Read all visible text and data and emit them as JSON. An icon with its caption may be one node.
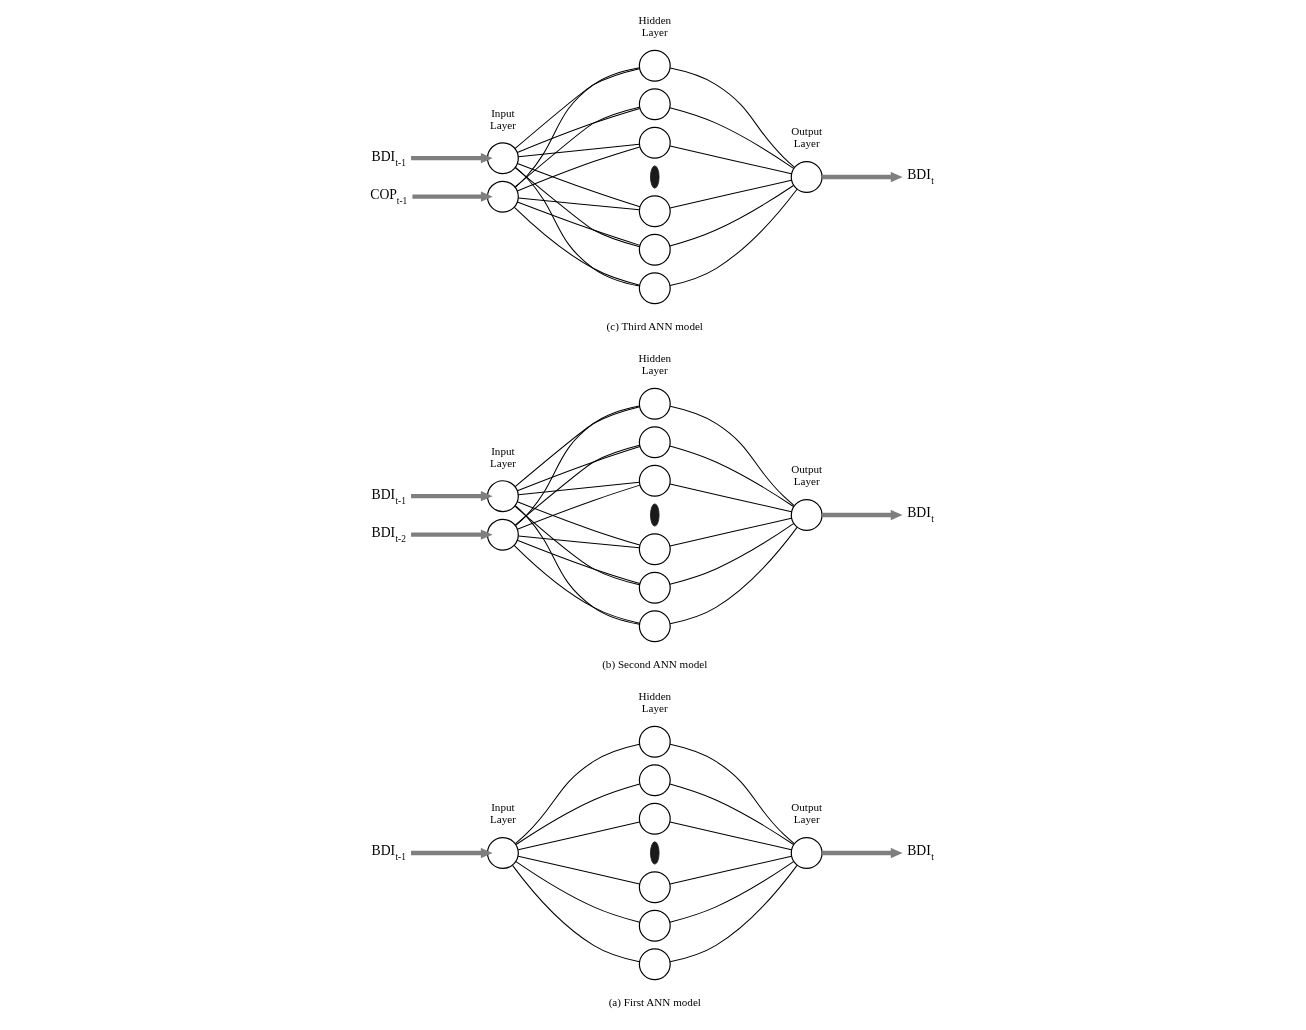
{
  "diagram": {
    "nodes": [
      {
        "text": [
          "BDI$_{t-1}$"
        ]
      },
      {
        "text": [],
        "shape": "circle"
      },
      {
        "text": [],
        "shape": "circle"
      },
      {
        "text": [],
        "shape": "circle"
      },
      {
        "text": [],
        "shape": "circle"
      },
      {
        "text": [],
        "shape": "bar"
      },
      {
        "text": [],
        "shape": "circle"
      },
      {
        "text": [],
        "shape": "circle"
      },
      {
        "text": [],
        "shape": "circle"
      },
      {
        "text": [],
        "shape": "circle"
      },
      {
        "text": [
          "BDI$_{t}$"
        ]
      },
      {
        "text": [
          "BDI$_{t-1}$"
        ]
      },
      {
        "text": [
          "BDI$_{t-2}$"
        ]
      },
      {
        "text": [],
        "shape": "circle"
      },
      {
        "text": [],
        "shape": "circle"
      },
      {
        "text": [],
        "shape": "circle"
      },
      {
        "text": [],
        "shape": "circle"
      },
      {
        "text": [],
        "shape": "circle"
      },
      {
        "text": [],
        "shape": "bar"
      },
      {
        "text": [],
        "shape": "circle"
      },
      {
        "text": [],
        "shape": "circle"
      },
      {
        "text": [],
        "shape": "circle"
      },
      {
        "text": [],
        "shape": "circle"
      },
      {
        "text": [
          "BDI$_{t}$"
        ]
      },
      {
        "text": [
          "BDI$_{t-1}$"
        ]
      },
      {
        "text": [
          "COP$_{t-1}$"
        ]
      },
      {
        "text": [],
        "shape": "circle"
      },
      {
        "text": [],
        "shape": "circle"
      },
      {
        "text": [],
        "shape": "circle"
      },
      {
        "text": [],
        "shape": "circle"
      },
      {
        "text": [],
        "shape": "circle"
      },
      {
        "text": [],
        "shape": "bar"
      },
      {
        "text": [],
        "shape": "circle"
      },
      {
        "text": [],
        "shape": "circle"
      },
      {
        "text": [],
        "shape": "circle"
      },
      {
        "text": [],
        "shape": "circle"
      },
      {
        "text": [
          "BDI$_{t}$"
        ]
      }
    ],
    "edges": [
      {
        "from": 0,
        "to": 1,
        "arrow": "to",
        "style": "thick",
        "color": "#7f7f7f"
      },
      {
        "from": 1,
        "to": 2,
        "arrow": "none"
      },
      {
        "from": 1,
        "to": 3,
        "arrow": "none"
      },
      {
        "from": 1,
        "to": 4,
        "arrow": "none"
      },
      {
        "from": 1,
        "to": 6,
        "arrow": "none"
      },
      {
        "from": 1,
        "to": 7,
        "arrow": "none"
      },
      {
        "from": 1,
        "to": 8,
        "arrow": "none"
      },
      {
        "from": 2,
        "to": 9,
        "arrow": "none"
      },
      {
        "from": 3,
        "to": 9,
        "arrow": "none"
      },
      {
        "from": 4,
        "to": 9,
        "arrow": "none"
      },
      {
        "from": 6,
        "to": 9,
        "arrow": "none"
      },
      {
        "from": 7,
        "to": 9,
        "arrow": "none"
      },
      {
        "from": 8,
        "to": 9,
        "arrow": "none"
      },
      {
        "from": 9,
        "to": 10,
        "arrow": "to",
        "style": "thick",
        "color": "#7f7f7f"
      },
      {
        "from": 11,
        "to": 13,
        "arrow": "to",
        "style": "thick",
        "color": "#7f7f7f"
      },
      {
        "from": 12,
        "to": 14,
        "arrow": "to",
        "style": "thick",
        "color": "#7f7f7f"
      },
      {
        "from": 13,
        "to": 15,
        "arrow": "none"
      },
      {
        "from": 13,
        "to": 16,
        "arrow": "none"
      },
      {
        "from": 13,
        "to": 17,
        "arrow": "none"
      },
      {
        "from": 13,
        "to": 19,
        "arrow": "none"
      },
      {
        "from": 13,
        "to": 20,
        "arrow": "none"
      },
      {
        "from": 13,
        "to": 21,
        "arrow": "none"
      },
      {
        "from": 14,
        "to": 15,
        "arrow": "none"
      },
      {
        "from": 14,
        "to": 16,
        "arrow": "none"
      },
      {
        "from": 14,
        "to": 17,
        "arrow": "none"
      },
      {
        "from": 14,
        "to": 19,
        "arrow": "none"
      },
      {
        "from": 14,
        "to": 20,
        "arrow": "none"
      },
      {
        "from": 14,
        "to": 21,
        "arrow": "none"
      },
      {
        "from": 15,
        "to": 22,
        "arrow": "none"
      },
      {
        "from": 16,
        "to": 22,
        "arrow": "none"
      },
      {
        "from": 17,
        "to": 22,
        "arrow": "none"
      },
      {
        "from": 19,
        "to": 22,
        "arrow": "none"
      },
      {
        "from": 20,
        "to": 22,
        "arrow": "none"
      },
      {
        "from": 21,
        "to": 22,
        "arrow": "none"
      },
      {
        "from": 22,
        "to": 23,
        "arrow": "to",
        "style": "thick",
        "color": "#7f7f7f"
      },
      {
        "from": 24,
        "to": 26,
        "arrow": "to",
        "style": "thick",
        "color": "#7f7f7f"
      },
      {
        "from": 25,
        "to": 27,
        "arrow": "to",
        "style": "thick",
        "color": "#7f7f7f"
      },
      {
        "from": 26,
        "to": 28,
        "arrow": "none"
      },
      {
        "from": 26,
        "to": 29,
        "arrow": "none"
      },
      {
        "from": 26,
        "to": 30,
        "arrow": "none"
      },
      {
        "from": 26,
        "to": 32,
        "arrow": "none"
      },
      {
        "from": 26,
        "to": 33,
        "arrow": "none"
      },
      {
        "from": 26,
        "to": 34,
        "arrow": "none"
      },
      {
        "from": 27,
        "to": 28,
        "arrow": "none"
      },
      {
        "from": 27,
        "to": 29,
        "arrow": "none"
      },
      {
        "from": 27,
        "to": 30,
        "arrow": "none"
      },
      {
        "from": 27,
        "to": 32,
        "arrow": "none"
      },
      {
        "from": 27,
        "to": 33,
        "arrow": "none"
      },
      {
        "from": 27,
        "to": 34,
        "arrow": "none"
      },
      {
        "from": 28,
        "to": 35,
        "arrow": "none"
      },
      {
        "from": 29,
        "to": 35,
        "arrow": "none"
      },
      {
        "from": 30,
        "to": 35,
        "arrow": "none"
      },
      {
        "from": 32,
        "to": 35,
        "arrow": "none"
      },
      {
        "from": 33,
        "to": 35,
        "arrow": "none"
      },
      {
        "from": 34,
        "to": 35,
        "arrow": "none"
      },
      {
        "from": 35,
        "to": 36,
        "arrow": "to",
        "style": "thick",
        "color": "#7f7f7f"
      }
    ],
    "labels": [
      "Input Layer",
      "Hidden Layer",
      "Output Layer",
      "(a) First ANN model",
      "Input Layer",
      "Hidden Layer",
      "Output Layer",
      "(b) Second ANN model",
      "Input Layer",
      "Hidden Layer",
      "Output Layer",
      "(c) Third ANN model"
    ]
  }
}
